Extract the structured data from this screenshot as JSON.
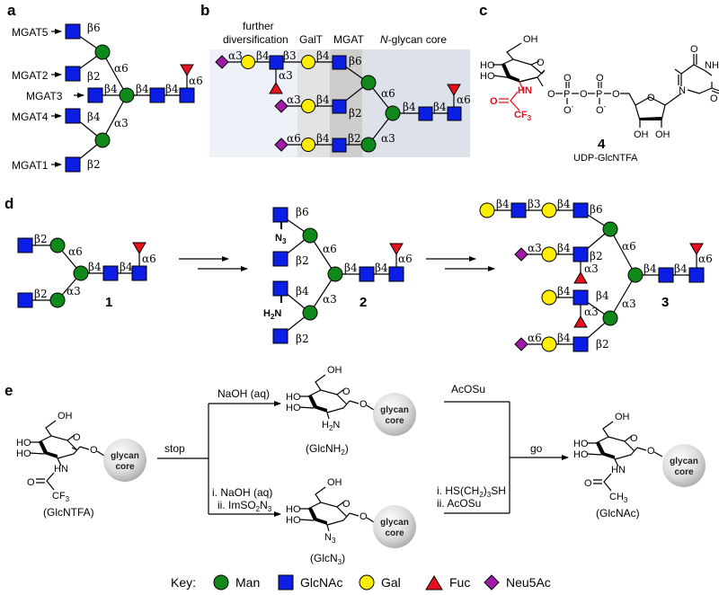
{
  "colors": {
    "man": "#0f8a1a",
    "glcnac": "#0a1ee6",
    "gal": "#ffee00",
    "fuc": "#e8101c",
    "neu5ac": "#a21aa8",
    "highlight": "#e8101c",
    "panel_b_bg_left": "#eef2f8",
    "panel_b_bg_galt": "#e2e2e2",
    "panel_b_bg_mgat": "#cfcccc",
    "panel_b_bg_core": "#dde2ea"
  },
  "panels": {
    "a": {
      "label": "a",
      "enzymes": [
        "MGAT5",
        "MGAT2",
        "MGAT3",
        "MGAT4",
        "MGAT1"
      ],
      "linkages": {
        "mgat5": "β6",
        "mgat2": "β2",
        "mgat3": "β4",
        "mgat4": "β4",
        "mgat1": "β2",
        "arm6": "α6",
        "arm3": "α3",
        "core1": "β4",
        "core2": "β4",
        "fuc": "α6"
      }
    },
    "b": {
      "label": "b",
      "region_labels": {
        "further_line1": "further",
        "further_line2": "diversification",
        "galt": "GalT",
        "mgat": "MGAT",
        "core_italic": "N",
        "core_rest": "-glycan core"
      },
      "linkages": {
        "top_neu": "α3",
        "top_gal_b4": "β4",
        "top_glcnac_b3": "β3",
        "top_fuc": "α3",
        "top_gal2_b4": "β4",
        "top_b6": "β6",
        "mid_neu": "α3",
        "mid_gal_b4": "β4",
        "mid_b2": "β2",
        "bot_neu": "α6",
        "bot_gal_b4": "β4",
        "bot_b2": "β2",
        "arm6": "α6",
        "arm3": "α3",
        "core1": "β4",
        "core2": "β4",
        "fuc": "α6"
      }
    },
    "c": {
      "label": "c",
      "compound_number": "4",
      "compound_name": "UDP-GlcNTFA",
      "atoms": {
        "oh_top": "OH",
        "ring_o": "O",
        "ho1": "HO",
        "ho2": "HO",
        "hn": "HN",
        "o_carbonyl": "O",
        "cf3": "CF",
        "cf3_sub": "3",
        "o_link": "O",
        "p1": "P",
        "p2": "P",
        "o_bridge": "O",
        "o_5": "O",
        "p1_o_top": "O",
        "p2_o_top": "O",
        "p1_o_minus": "O",
        "p2_o_minus": "O",
        "minus": "-",
        "ribose_o": "O",
        "oh_r1": "OH",
        "oh_r2": "OH",
        "u_o_top": "O",
        "u_nh": "NH",
        "u_o_right": "O",
        "u_n": "N"
      }
    },
    "d": {
      "label": "d",
      "compounds": [
        "1",
        "2",
        "3"
      ],
      "n3_label": "N",
      "n3_sub": "3",
      "h2n_label": "H",
      "h2n_sub": "2",
      "h2n_n": "N",
      "linkages": {
        "b2": "β2",
        "b4": "β4",
        "b6": "β6",
        "b3": "β3",
        "a6": "α6",
        "a3": "α3"
      }
    },
    "e": {
      "label": "e",
      "reagents": {
        "stop": "stop",
        "naoh": "NaOH (aq)",
        "naoh_i": "i. NaOH (aq)",
        "imso2n3_prefix": "ii. ImSO",
        "imso2n3_sub1": "2",
        "imso2n3_n": "N",
        "imso2n3_sub2": "3",
        "acosu": "AcOSu",
        "hs_prefix": "i. HS(CH",
        "hs_sub1": "2",
        "hs_mid": ")",
        "hs_sub2": "3",
        "hs_suffix": "SH",
        "acosu_ii": "ii. AcOSu",
        "go": "go"
      },
      "species": {
        "glcntfa": "(GlcNTFA)",
        "glcnh2_prefix": "(GlcNH",
        "glcnh2_sub": "2",
        "glcnh2_suffix": ")",
        "glcn3_prefix": "(GlcN",
        "glcn3_sub": "3",
        "glcn3_suffix": ")",
        "glcnac": "(GlcNAc)"
      },
      "core_label_1": "glycan",
      "core_label_2": "core",
      "atoms": {
        "oh": "OH",
        "ho": "HO",
        "o": "O",
        "hn": "HN",
        "cf3": "CF",
        "sub3": "3",
        "h2n_h": "H",
        "h2n_sub": "2",
        "h2n_n": "N",
        "n3_n": "N",
        "ch3": "CH"
      }
    }
  },
  "key": {
    "title": "Key:",
    "items": [
      {
        "shape": "circle",
        "name": "Man"
      },
      {
        "shape": "square",
        "name": "GlcNAc"
      },
      {
        "shape": "circle-yellow",
        "name": "Gal"
      },
      {
        "shape": "triangle",
        "name": "Fuc"
      },
      {
        "shape": "diamond",
        "name": "Neu5Ac"
      }
    ]
  }
}
